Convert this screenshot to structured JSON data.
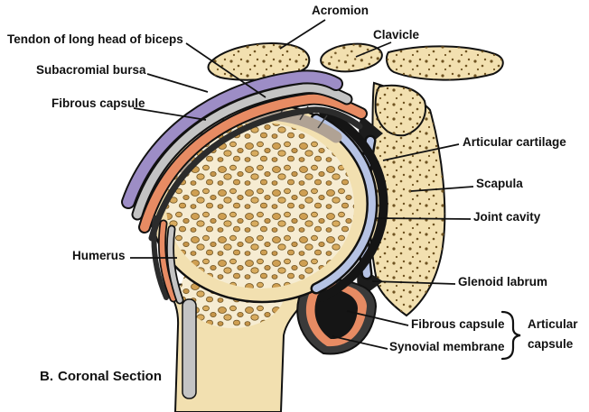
{
  "figure": {
    "title_prefix": "B.",
    "title": "Coronal Section"
  },
  "labels": {
    "acromion": "Acromion",
    "clavicle": "Clavicle",
    "tendon_long_head_biceps": "Tendon of long head of biceps",
    "subacromial_bursa": "Subacromial bursa",
    "fibrous_capsule_top": "Fibrous capsule",
    "articular_cartilage": "Articular cartilage",
    "scapula": "Scapula",
    "joint_cavity": "Joint cavity",
    "humerus": "Humerus",
    "glenoid_labrum": "Glenoid labrum",
    "fibrous_capsule_bottom": "Fibrous capsule",
    "synovial_membrane": "Synovial membrane",
    "articular_capsule": "Articular capsule"
  },
  "colors": {
    "bone": "#f2e0b0",
    "trabecular": "#cf9f52",
    "cartilage": "#b6c3e4",
    "joint_cavity": "#151515",
    "synovial": "#e78b63",
    "bursa": "#9d8dc6",
    "tendon_sheath": "#c4c4c4",
    "capsule": "#3a3a3a",
    "outline": "#111111"
  }
}
